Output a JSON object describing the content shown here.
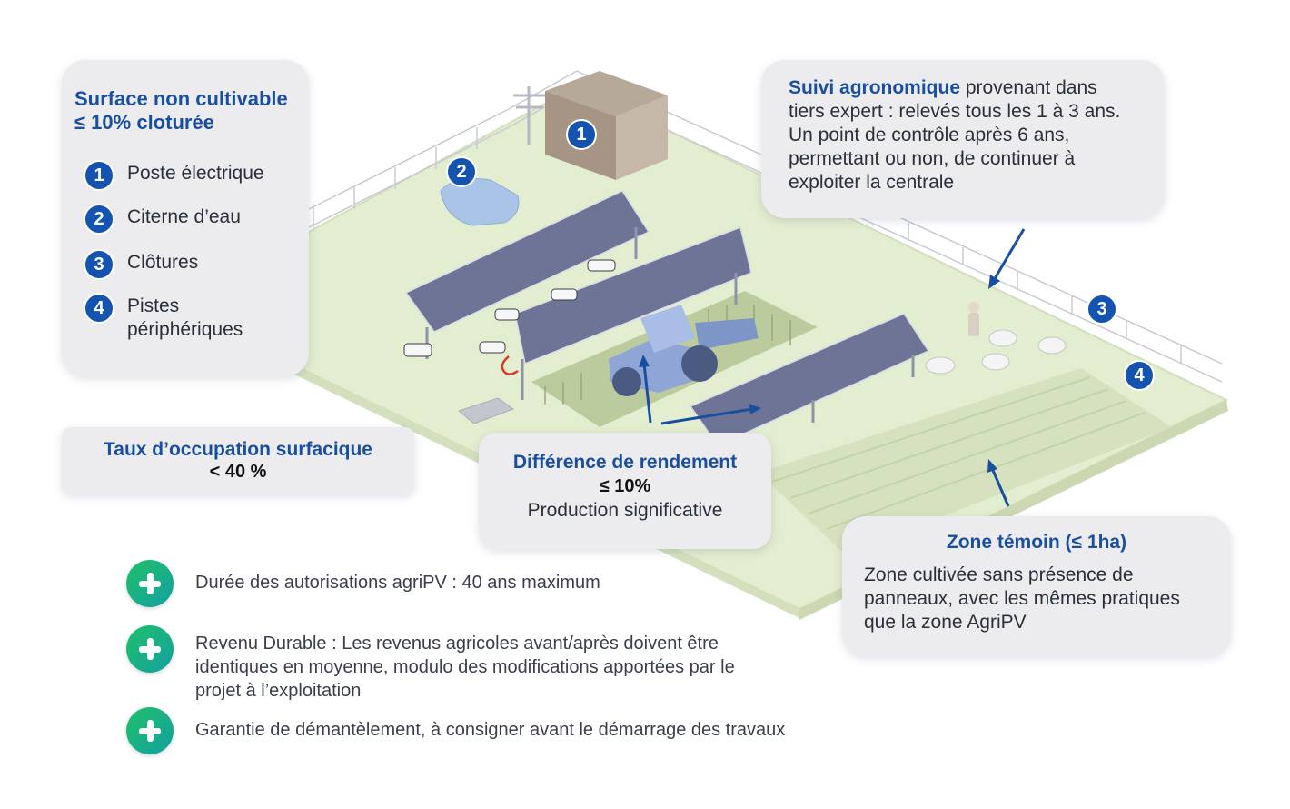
{
  "surface_card": {
    "title_line1": "Surface non cultivable",
    "title_line2": "≤ 10% cloturée",
    "items": [
      {
        "num": "1",
        "label": "Poste électrique"
      },
      {
        "num": "2",
        "label": "Citerne d’eau"
      },
      {
        "num": "3",
        "label": "Clôtures"
      },
      {
        "num": "4",
        "label_line1": "Pistes",
        "label_line2": "périphériques"
      }
    ]
  },
  "suivi_card": {
    "title": "Suivi agronomique",
    "text_line1_rest": " provenant dans",
    "text_line2": "tiers expert : relevés tous les 1 à 3 ans.",
    "text_line3": "Un point de contrôle après 6 ans,",
    "text_line4": "permettant ou non, de continuer à",
    "text_line5": "exploiter la centrale"
  },
  "taux_card": {
    "title": "Taux d’occupation surfacique",
    "value": "< 40 %"
  },
  "rendement_card": {
    "title": "Différence de rendement",
    "value": "≤ 10%",
    "subtitle": "Production significative"
  },
  "temoin_card": {
    "title": "Zone témoin (≤ 1ha)",
    "text_line1": "Zone cultivée sans présence de",
    "text_line2": "panneaux, avec les mêmes pratiques",
    "text_line3": "que la zone AgriPV"
  },
  "map_badges": {
    "b1": "1",
    "b2": "2",
    "b3": "3",
    "b4": "4"
  },
  "bullets": [
    {
      "line1": "Durée des autorisations agriPV : 40 ans maximum"
    },
    {
      "line1": "Revenu Durable : Les revenus agricoles avant/après doivent être",
      "line2": "identiques en moyenne, modulo des modifications apportées par le",
      "line3": "projet à l’exploitation"
    },
    {
      "line1": "Garantie de démantèlement, à consigner avant le démarrage des travaux"
    }
  ],
  "colors": {
    "accent": "#1553b0",
    "field": "#e3edcf",
    "panel": "#6c7394",
    "plus": "#20c06a"
  }
}
